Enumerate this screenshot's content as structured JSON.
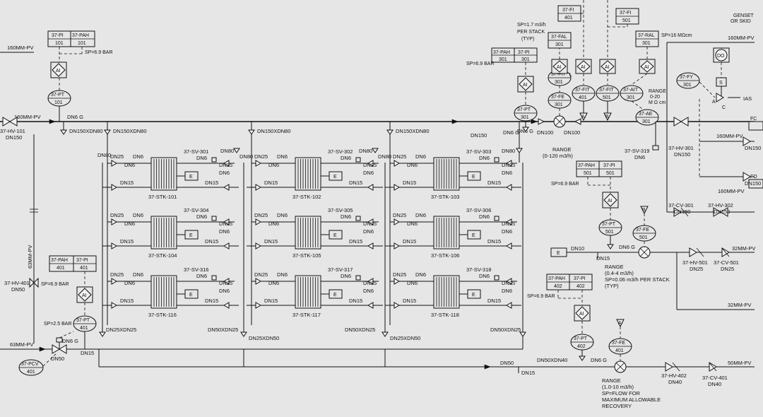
{
  "offpage": {
    "left_header": "160MM-PV",
    "right_header_1": "GENSET",
    "right_header_2": "OR SKID",
    "right_header_3": "160MM-PV",
    "mm63_v": "63MM-PV",
    "mm63_bottom": "63MM-PV",
    "mm32": "32MM-PV",
    "mm32b": "32MM-PV",
    "mm50": "50MM-PV",
    "mm160_mid": "160MM-PV",
    "mm160_low": "160MM-PV"
  },
  "instruments": {
    "pi101": {
      "a": "37-PI",
      "b": "101"
    },
    "pah101": {
      "a": "37-PAH",
      "b": "101"
    },
    "sp101": "SP=6.9 BAR",
    "pt101": {
      "a": "37-PT",
      "b": "101"
    },
    "hv101": {
      "a": "37-HV-101",
      "b": "DN150"
    },
    "pah401": {
      "a": "37-PAH",
      "b": "401"
    },
    "pi401": {
      "a": "37-PI",
      "b": "401"
    },
    "hv401": {
      "a": "37-HV-401",
      "b": "DN50"
    },
    "sp401": "SP=6.9 BAR",
    "sp25": "SP=2.5 BAR",
    "pt401": {
      "a": "37-PT",
      "b": "401"
    },
    "pcv401": {
      "a": "37-PCV",
      "b": "401"
    },
    "fi401": {
      "a": "37-FI",
      "b": "401"
    },
    "fi501": {
      "a": "37-FI",
      "b": "501"
    },
    "sp17": "SP=1.7 m3/h",
    "perstack": "PER STACK",
    "typ": "(TYP)",
    "fal301": {
      "a": "37-FAL",
      "b": "301"
    },
    "pah301": {
      "a": "37-PAH",
      "b": "301"
    },
    "pi301": {
      "a": "37-PI",
      "b": "301"
    },
    "sp301": "SP=6.9 BAR",
    "pt301": {
      "a": "37-PT",
      "b": "301"
    },
    "fit301": {
      "a": "37-FIT",
      "b": "301"
    },
    "fe301": {
      "a": "37-FE",
      "b": "301"
    },
    "fit401": {
      "a": "37-FIT",
      "b": "401"
    },
    "fit501": {
      "a": "37-FIT",
      "b": "501"
    },
    "ait301": {
      "a": "37-AIT",
      "b": "301"
    },
    "ae301": {
      "a": "37-AE",
      "b": "301"
    },
    "rangeAit": "RANGE",
    "rangeAit2": "0-20",
    "rangeAit3": "M Ω cm",
    "ral301": {
      "a": "37-RAL",
      "b": "301"
    },
    "sp16": "SP=16 MΩcm",
    "fy301": {
      "a": "37-FY",
      "b": "301"
    },
    "ias": "IAS",
    "range301": "RANGE",
    "range301b": "(0-120 m3/h)",
    "sv319": {
      "a": "37-SV-319",
      "b": "DN6"
    },
    "hv301": {
      "a": "37-HV-301",
      "b": "DN150"
    },
    "cv301": {
      "a": "37-CV-301",
      "b": "DN150"
    },
    "hv302": {
      "a": "37-HV-302",
      "b": "DN150"
    },
    "pah501": {
      "a": "37-PAH",
      "b": "501"
    },
    "pi501": {
      "a": "37-PI",
      "b": "501"
    },
    "sp501": "SP=6.9 BAR",
    "pt501": {
      "a": "37-PT",
      "b": "501"
    },
    "fe501": {
      "a": "37-FE",
      "b": "501"
    },
    "range501": "RANGE",
    "range501b": "(0.4-4 m3/h)",
    "range501c": "SP=0.06 m3/h PER STACK",
    "range501d": "(TYP)",
    "hv501": {
      "a": "37-HV-501",
      "b": "DN25"
    },
    "cv501": {
      "a": "37-CV-501",
      "b": "DN25"
    },
    "pah402": {
      "a": "37-PAH",
      "b": "402"
    },
    "pi402": {
      "a": "37-PI",
      "b": "402"
    },
    "sp402": "SP=6.9 BAR",
    "pt402": {
      "a": "37-PT",
      "b": "402"
    },
    "fe401": {
      "a": "37-FE",
      "b": "401"
    },
    "range401": "RANGE",
    "range401b": "(1.0-10 m3/h)",
    "range401c": "SP=FLOW FOR",
    "range401d": "MAXIMUM ALLOWABLE",
    "range401e": "RECOVERY",
    "hv402": {
      "a": "37-HV-402",
      "b": "DN40"
    },
    "cv401": {
      "a": "37-CV-401",
      "b": "DN40"
    }
  },
  "stacks": [
    {
      "label": "37-STK-101",
      "sv": "37-SV-301"
    },
    {
      "label": "37-STK-102",
      "sv": "37-SV-302"
    },
    {
      "label": "37-STK-103",
      "sv": "37-SV-303"
    },
    {
      "label": "37-STK-104",
      "sv": "37-SV-304"
    },
    {
      "label": "37-STK-105",
      "sv": "37-SV-305"
    },
    {
      "label": "37-STK-106",
      "sv": "37-SV-306"
    },
    {
      "label": "37-STK-116",
      "sv": "37-SV-316"
    },
    {
      "label": "37-STK-117",
      "sv": "37-SV-317"
    },
    {
      "label": "37-STK-118",
      "sv": "37-SV-318"
    }
  ],
  "pipes": {
    "dn6g": "DN6 G",
    "dn150x80": "DN150XDN80",
    "dn150": "DN150",
    "dn100": "DN100",
    "dn80": "DN80",
    "dn25": "DN25",
    "dn6": "DN6",
    "dn15": "DN15",
    "dn50x25": "DN50XDN25",
    "dn25x50": "DN25XDN50",
    "dn25xdn25": "DN25XDN25",
    "dn50": "DN50",
    "dn50x40": "DN50XDN40",
    "dn10": "DN10"
  },
  "letters": {
    "ai": "AI",
    "e": "E",
    "do": "DO",
    "s": "S",
    "a": "A",
    "b": "B",
    "c": "C",
    "l": "L",
    "fc": "FC",
    "fo": "FO"
  }
}
